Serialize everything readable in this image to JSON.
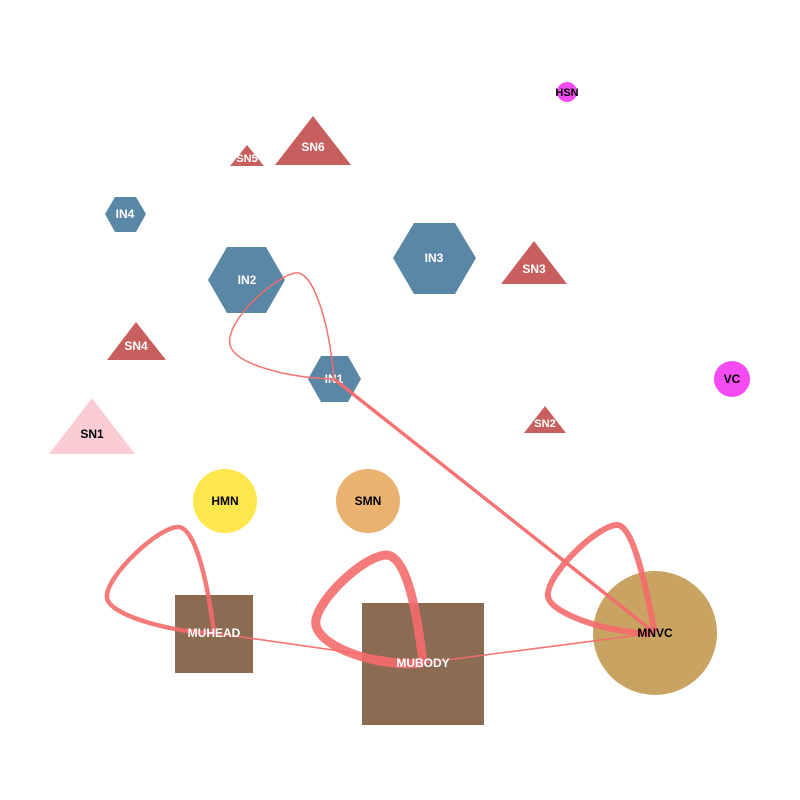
{
  "colors": {
    "interneuron": "#5b87a6",
    "sensory": "#c85f5f",
    "sensory_light": "#f9cdd3",
    "muscle": "#8b6b52",
    "motor": "#c9a361",
    "hmn": "#fde74c",
    "smn": "#e9b26f",
    "magenta": "#f44cf2",
    "edge": "#f46c6c",
    "edge_overlap": "#b85a3e",
    "label_light": "#ffffff",
    "label_dark": "#000000"
  },
  "nodes": {
    "hsn": {
      "label": "HSN",
      "shape": "circle"
    },
    "sn6": {
      "label": "SN6",
      "shape": "triangle"
    },
    "sn5": {
      "label": "SN5",
      "shape": "triangle"
    },
    "in4": {
      "label": "IN4",
      "shape": "hexagon"
    },
    "in2": {
      "label": "IN2",
      "shape": "hexagon"
    },
    "in3": {
      "label": "IN3",
      "shape": "hexagon"
    },
    "sn3": {
      "label": "SN3",
      "shape": "triangle"
    },
    "sn4": {
      "label": "SN4",
      "shape": "triangle"
    },
    "in1": {
      "label": "IN1",
      "shape": "hexagon"
    },
    "vc": {
      "label": "VC",
      "shape": "circle"
    },
    "sn2": {
      "label": "SN2",
      "shape": "triangle"
    },
    "sn1": {
      "label": "SN1",
      "shape": "triangle"
    },
    "hmn": {
      "label": "HMN",
      "shape": "circle"
    },
    "smn": {
      "label": "SMN",
      "shape": "circle"
    },
    "muhead": {
      "label": "MUHEAD",
      "shape": "square"
    },
    "mubody": {
      "label": "MUBODY",
      "shape": "square"
    },
    "mnvc": {
      "label": "MNVC",
      "shape": "circle"
    }
  },
  "edges": [
    {
      "from": "IN1",
      "to": "IN1",
      "type": "self-loop"
    },
    {
      "from": "IN1",
      "to": "MNVC"
    },
    {
      "from": "MNVC",
      "to": "MNVC",
      "type": "self-loop"
    },
    {
      "from": "MUHEAD",
      "to": "MUHEAD",
      "type": "self-loop"
    },
    {
      "from": "MUBODY",
      "to": "MUBODY",
      "type": "self-loop"
    },
    {
      "from": "MUHEAD",
      "to": "MUBODY"
    },
    {
      "from": "MUBODY",
      "to": "MNVC"
    }
  ]
}
